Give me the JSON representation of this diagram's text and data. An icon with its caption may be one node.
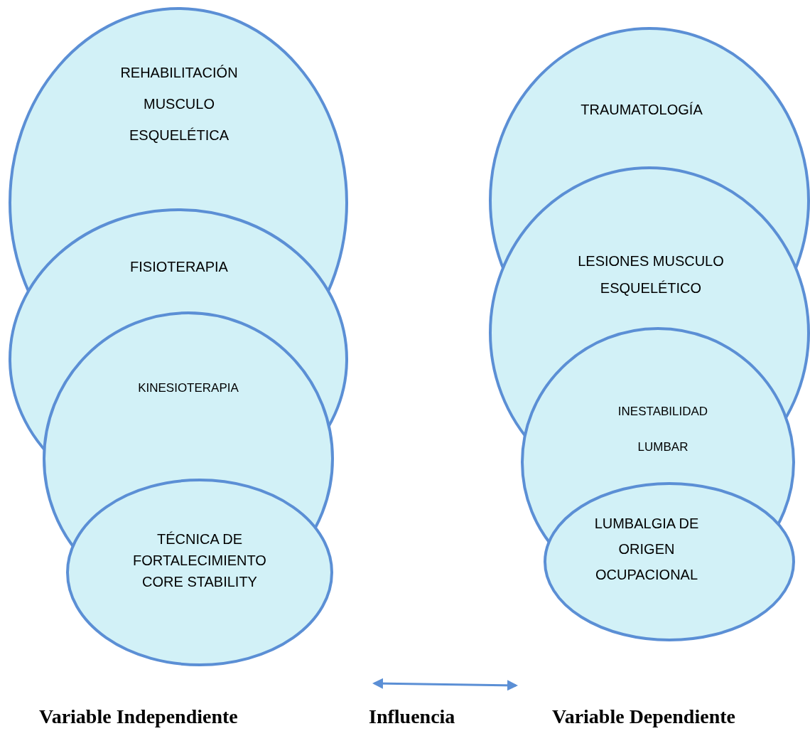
{
  "diagram": {
    "nodes": [
      {
        "text": [
          "REHABILITACIÓN MUSCULO ESQUELÉTICA"
        ]
      },
      {
        "text": [
          "FISIOTERAPIA"
        ]
      },
      {
        "text": [
          "KINESIOTERAPIA"
        ]
      },
      {
        "text": [
          "TÉCNICA DE FORTALECIMIENTO CORE STABILITY"
        ]
      },
      {
        "text": [
          "TRAUMATOLOGÍA"
        ]
      },
      {
        "text": [
          "LESIONES MUSCULO ESQUELÉTICO"
        ]
      },
      {
        "text": [
          "INESTABILIDAD LUMBAR"
        ]
      },
      {
        "text": [
          "LUMBALGIA DE ORIGEN OCUPACIONAL"
        ]
      }
    ],
    "labels": [
      "Variable Independiente",
      "Influencia",
      "Variable Dependiente"
    ]
  }
}
